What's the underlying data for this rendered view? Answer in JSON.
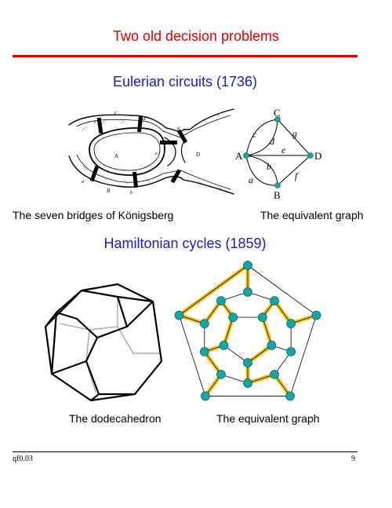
{
  "slide": {
    "title": "Two old decision problems",
    "footer_left": "qf0.03",
    "page_number": "9"
  },
  "euler": {
    "heading": "Eulerian circuits (1736)",
    "left_caption": "The seven bridges of Königsberg",
    "right_caption": "The equivalent graph",
    "map_labels": {
      "north": "C",
      "island": "A",
      "east": "D",
      "south": "B"
    },
    "bridge_letters": [
      "c",
      "d",
      "g",
      "e",
      "f",
      "a",
      "b"
    ],
    "graph_vertices": [
      "A",
      "B",
      "C",
      "D"
    ],
    "graph_edges": [
      "a",
      "b",
      "c",
      "d",
      "e",
      "f",
      "g"
    ]
  },
  "hamilton": {
    "heading": "Hamiltonian cycles (1859)",
    "left_caption": "The dodecahedron",
    "right_caption": "The equivalent graph"
  },
  "colors": {
    "title": "#e00000",
    "heading": "#1b1bc8",
    "node_fill": "#13a6a6",
    "cycle_highlight": "#f2c40c"
  }
}
